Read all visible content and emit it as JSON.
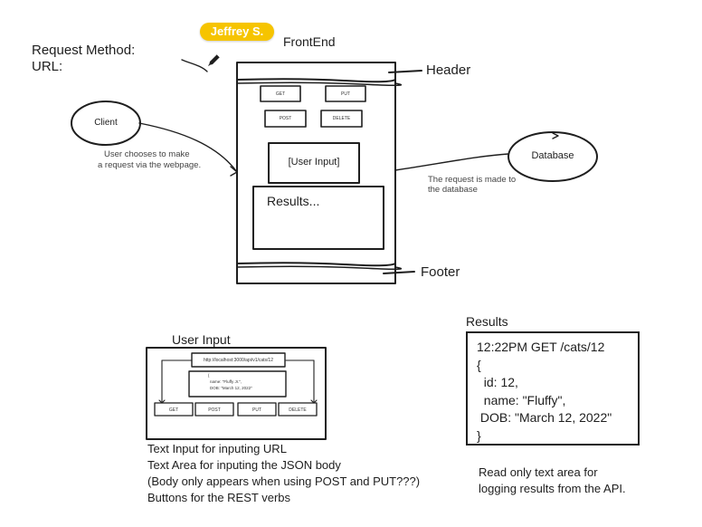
{
  "top_left": {
    "request_method_label": "Request Method:",
    "url_label": "URL:"
  },
  "collaborator_badge": "Jeffrey S.",
  "icons": {
    "pen": "pen-icon"
  },
  "diagram": {
    "frontend_title": "FrontEnd",
    "header_label": "Header",
    "footer_label": "Footer",
    "client_label": "Client",
    "database_label": "Database",
    "client_note": [
      "User chooses to make",
      "a request via the webpage."
    ],
    "database_note": [
      "The request is made to",
      "the database"
    ],
    "wire_buttons": [
      "GET",
      "PUT",
      "POST",
      "DELETE"
    ],
    "user_input_box": "[User Input]",
    "results_box": "Results..."
  },
  "user_input_section": {
    "title": "User Input",
    "url_field": "http://localhost:3000/api/v1/cats/12",
    "body_lines": [
      "{",
      "name: \"Fluffy Jr.\",",
      "DOB: \"March 12, 2022\""
    ],
    "verb_buttons": [
      "GET",
      "POST",
      "PUT",
      "DELETE"
    ],
    "notes": [
      "Text Input for inputing URL",
      "Text Area for inputing the JSON body",
      "(Body only appears when using POST and PUT???)",
      "Buttons for the REST verbs"
    ]
  },
  "results_section": {
    "title": "Results",
    "log_lines": [
      "12:22PM GET /cats/12",
      "{",
      "  id: 12,",
      "  name: \"Fluffy\",",
      " DOB: \"March 12, 2022\"",
      "}"
    ],
    "note": [
      "Read only text area for",
      "logging results from the API."
    ]
  },
  "colors": {
    "badge": "#f6c400",
    "ink": "#1e1e1e"
  }
}
